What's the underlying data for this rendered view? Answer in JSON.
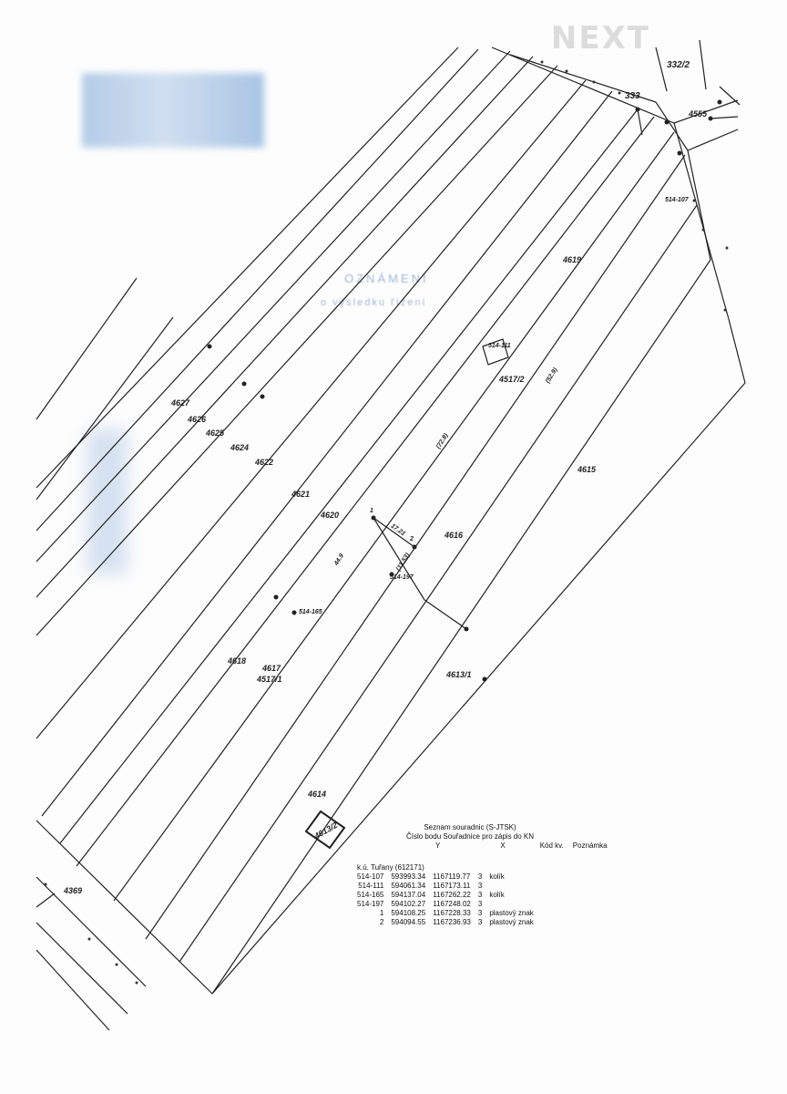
{
  "watermark": "NEXT",
  "parcels": [
    {
      "id": "332/2"
    },
    {
      "id": "333"
    },
    {
      "id": "4555"
    },
    {
      "id": "514-107"
    },
    {
      "id": "4619"
    },
    {
      "id": "514-111"
    },
    {
      "id": "4517/2"
    },
    {
      "id": "4627"
    },
    {
      "id": "4626"
    },
    {
      "id": "4625"
    },
    {
      "id": "4624"
    },
    {
      "id": "4622"
    },
    {
      "id": "4621"
    },
    {
      "id": "4620"
    },
    {
      "id": "4615"
    },
    {
      "id": "4616"
    },
    {
      "id": "514-197"
    },
    {
      "id": "514-165"
    },
    {
      "id": "4618"
    },
    {
      "id": "4617"
    },
    {
      "id": "4517/1"
    },
    {
      "id": "4613/1"
    },
    {
      "id": "4614"
    },
    {
      "id": "4613/2"
    },
    {
      "id": "4369"
    }
  ],
  "measures": [
    "(72.8)",
    "(52.9)",
    "17.21",
    "(11.53)",
    "44.9"
  ],
  "points": [
    "1",
    "2"
  ],
  "coordinate_list": {
    "title": "Seznam souradnic (S-JTSK)",
    "subtitle": "Číslo bodu  Souřadnice pro zápis do KN",
    "header": [
      "Y",
      "X",
      "Kód kv.",
      "Poznámka"
    ],
    "area_name": "k.ú. Tuřany (612171)",
    "rows": [
      {
        "id": "514-107",
        "y": "593993.34",
        "x": "1167119.77",
        "code": "3",
        "note": "kolík"
      },
      {
        "id": "514-111",
        "y": "594061.34",
        "x": "1167173.11",
        "code": "3",
        "note": ""
      },
      {
        "id": "514-165",
        "y": "594137.04",
        "x": "1167262.22",
        "code": "3",
        "note": "kolík"
      },
      {
        "id": "514-197",
        "y": "594102.27",
        "x": "1167248.02",
        "code": "3",
        "note": ""
      },
      {
        "id": "1",
        "y": "594108.25",
        "x": "1167228.33",
        "code": "3",
        "note": "plastový znak"
      },
      {
        "id": "2",
        "y": "594094.55",
        "x": "1167236.93",
        "code": "3",
        "note": "plastový znak"
      }
    ]
  },
  "faint_text": [
    "OZNÁMENÍ",
    "o výsledku řízení"
  ]
}
